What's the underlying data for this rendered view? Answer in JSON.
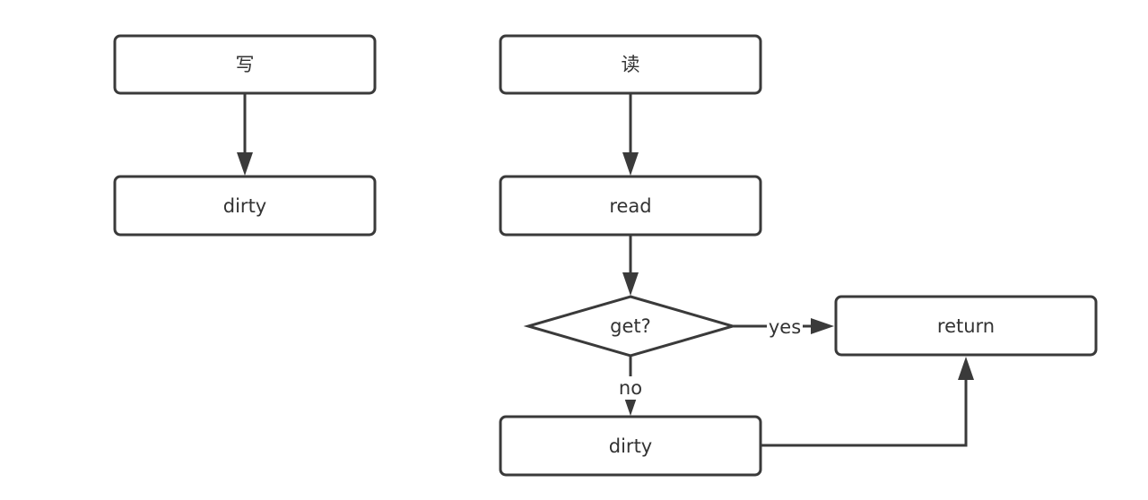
{
  "diagram": {
    "nodes": {
      "write": {
        "label": "写"
      },
      "dirty_left": {
        "label": "dirty"
      },
      "read_cn": {
        "label": "读"
      },
      "read": {
        "label": "read"
      },
      "get": {
        "label": "get?"
      },
      "return": {
        "label": "return"
      },
      "dirty_right": {
        "label": "dirty"
      }
    },
    "edges": {
      "yes": {
        "label": "yes"
      },
      "no": {
        "label": "no"
      }
    }
  }
}
